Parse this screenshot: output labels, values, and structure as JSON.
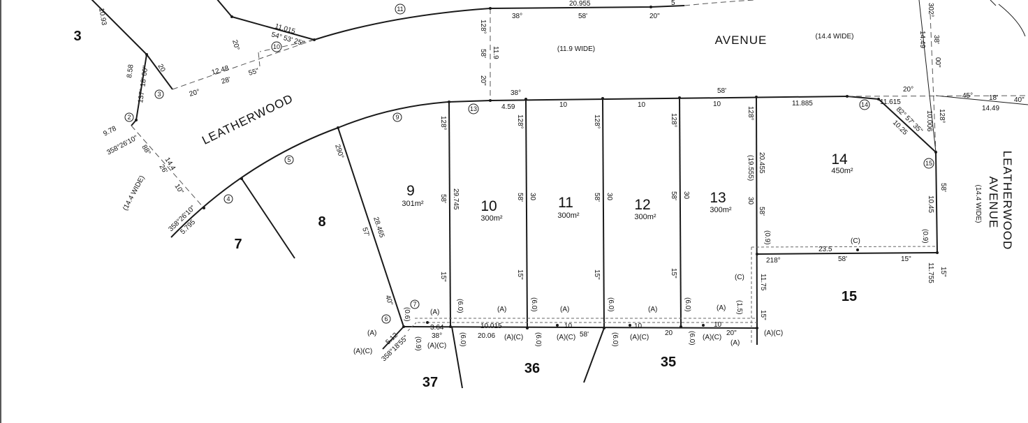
{
  "roads": {
    "avenue": "AVENUE",
    "avenue_width": "(14.4 WIDE)",
    "mid_width": "(11.9 WIDE)",
    "leatherwood": "LEATHERWOOD",
    "leatherwood_width": "(14.4 WIDE)",
    "right_road_line1": "LEATHERWOOD",
    "right_road_line2": "AVENUE",
    "right_width": "(14.4 WIDE)"
  },
  "lots": [
    {
      "number": "9",
      "area": "301m²"
    },
    {
      "number": "10",
      "area": "300m²"
    },
    {
      "number": "11",
      "area": "300m²"
    },
    {
      "number": "12",
      "area": "300m²"
    },
    {
      "number": "13",
      "area": "300m²"
    },
    {
      "number": "14",
      "area": "450m²"
    }
  ],
  "neighbour_lots": [
    "3",
    "7",
    "8",
    "15",
    "35",
    "36",
    "37"
  ],
  "points": [
    "2",
    "3",
    "4",
    "5",
    "6",
    "7",
    "9",
    "10",
    "11",
    "13",
    "14",
    "15"
  ],
  "dims": {
    "d1": "11.015",
    "d2": "54° 53' 25\"",
    "d3": "20.955",
    "d4": "38°",
    "d5": "58'",
    "d6": "20\"",
    "d7": "12.48",
    "d8": "28'",
    "d9": "55\"",
    "d10": "20°",
    "d11": "8.58",
    "d12": "137° 18' 00\"",
    "d13": "9.78",
    "d14": "358°26'10\"",
    "d15": "14.4",
    "d16": "88°",
    "d17": "26'",
    "d18": "10\"",
    "d19": "5.795",
    "d20": "358°26'10\"",
    "d21": "128°",
    "d22": "58'",
    "d23": "20\"",
    "d24": "11.9",
    "d25": "4.59",
    "d26": "10",
    "d27": "11.885",
    "d28": "11.615",
    "d29": "82° 57' 35\"",
    "d30": "10.25",
    "d31": "10.006",
    "d32": "20.455",
    "d33": "(19.555)",
    "d34": "29.745",
    "d35": "28.465",
    "d36": "57'",
    "d37": "290°",
    "d38": "40\"",
    "d39": "30",
    "d40": "15\"",
    "d41": "23.5",
    "d42": "(C)",
    "d43": "(0.9)",
    "d44": "218°",
    "d45": "11.755",
    "d46": "10.45",
    "d47": "11.75",
    "d48": "(A)",
    "d49": "(A)(C)",
    "d50": "(6.0)",
    "d51": "(1.5)",
    "d52": "10.015",
    "d53": "20.06",
    "d54": "3.64",
    "d55": "5.12",
    "d56": "358°18'55\"",
    "d57": "(0.6)",
    "d58": "14.49",
    "d59": "302°",
    "d60": "45°",
    "d61": "18'",
    "d62": "40\"",
    "d63": "38'",
    "d64": "00\"",
    "d65": "10.93",
    "d66": "5",
    "d67": "20"
  }
}
